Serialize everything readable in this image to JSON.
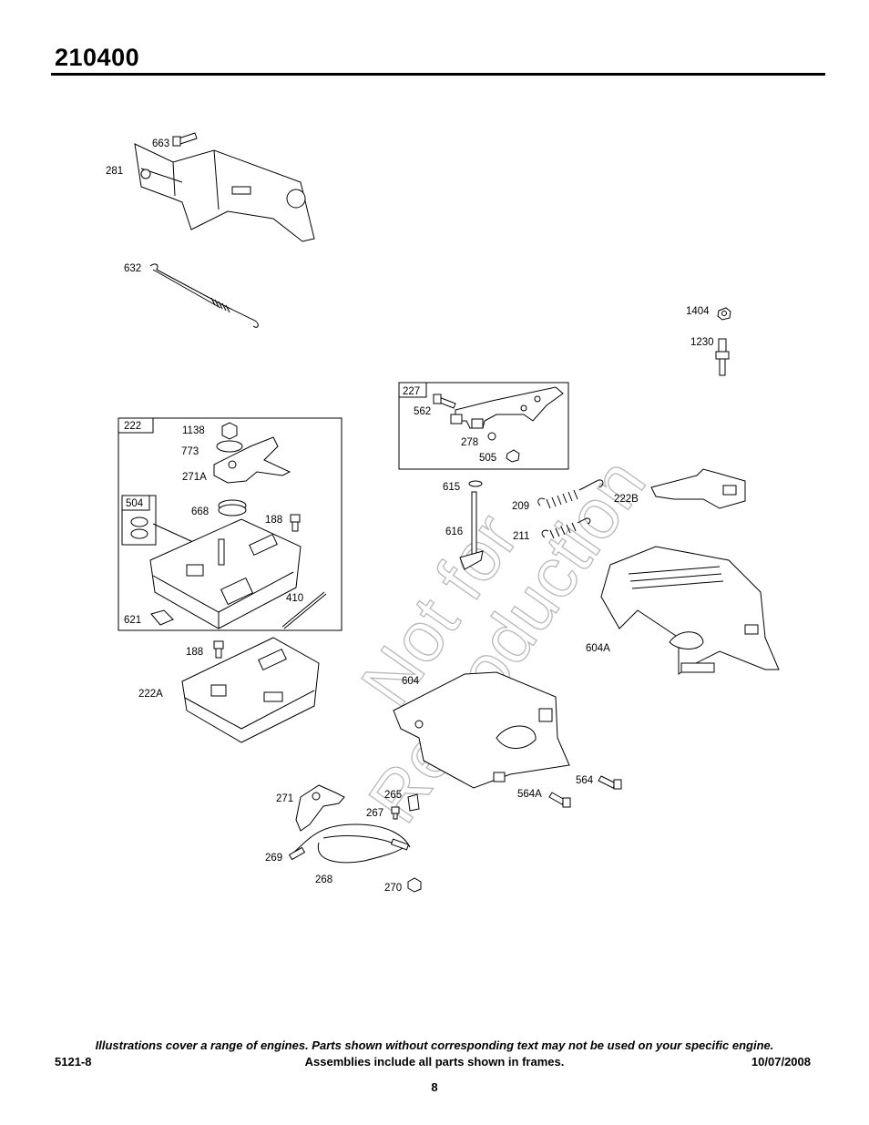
{
  "header": {
    "model": "210400"
  },
  "watermark": {
    "line1": "Not for",
    "line2": "Reproduction"
  },
  "frames": [
    {
      "id": "222"
    },
    {
      "id": "504"
    },
    {
      "id": "227"
    }
  ],
  "labels": [
    "663",
    "281",
    "632",
    "1404",
    "1230",
    "227",
    "562",
    "278",
    "505",
    "222",
    "1138",
    "773",
    "271A",
    "504",
    "668",
    "188",
    "410",
    "621",
    "615",
    "209",
    "616",
    "211",
    "222B",
    "604A",
    "188",
    "222A",
    "604",
    "564",
    "564A",
    "271",
    "265",
    "267",
    "269",
    "268",
    "270"
  ],
  "footer": {
    "note": "Illustrations cover a range of engines. Parts shown without corresponding text may not be used on your specific engine.",
    "doc_number": "5121-8",
    "frames_note": "Assemblies include all parts shown in frames.",
    "date": "10/07/2008",
    "page": "8"
  }
}
